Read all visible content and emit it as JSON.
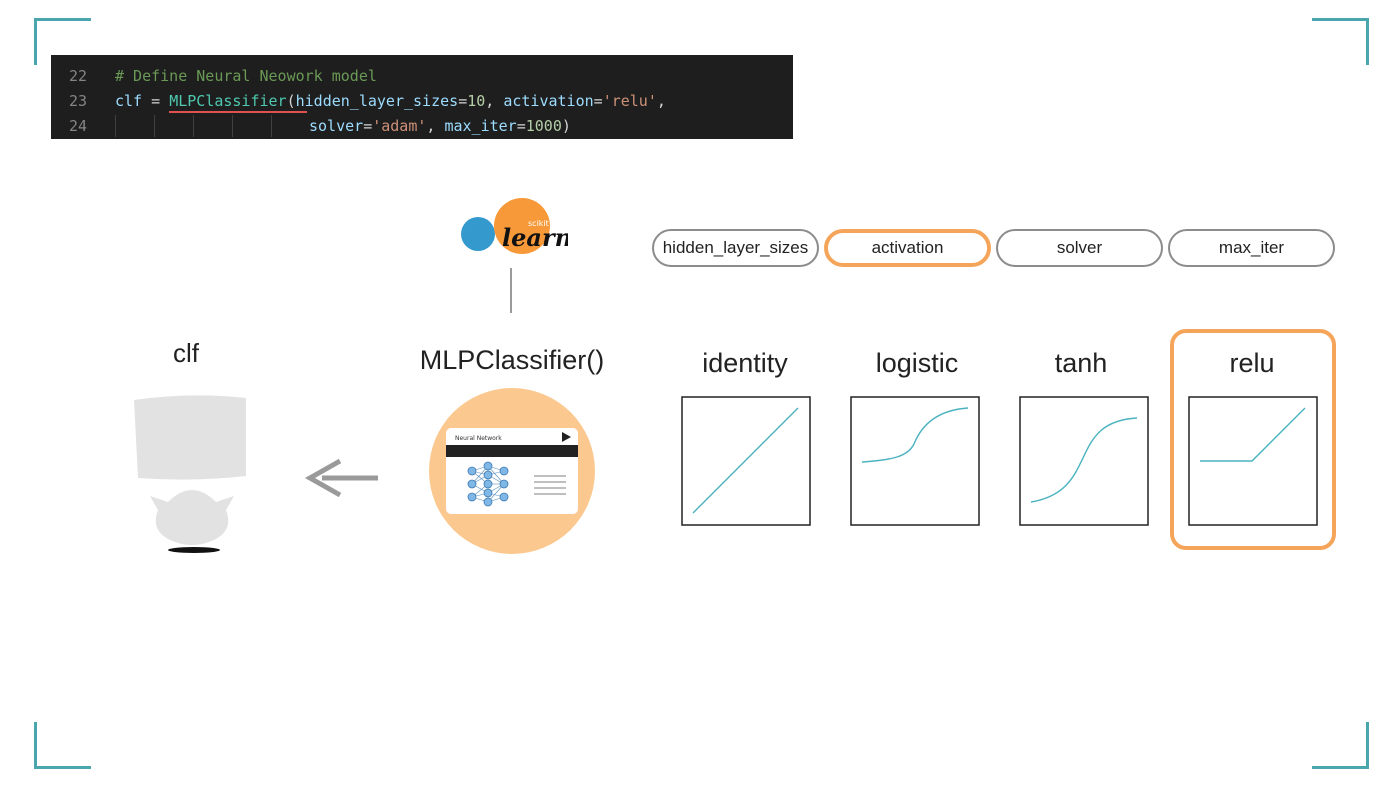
{
  "code": {
    "lines": [
      {
        "number": "22",
        "comment": "# Define Neural Neowork model"
      },
      {
        "number": "23",
        "var": "clf",
        "op_assign": " = ",
        "cls": "MLPClassifier",
        "open": "(",
        "arg1_name": "hidden_layer_sizes",
        "eq1": "=",
        "arg1_value": "10",
        "sep1": ", ",
        "arg2_name": "activation",
        "eq2": "=",
        "arg2_value": "'relu'",
        "sep2": ","
      },
      {
        "number": "24",
        "arg3_name": "solver",
        "eq3": "=",
        "arg3_value": "'adam'",
        "sep3": ", ",
        "arg4_name": "max_iter",
        "eq4": "=",
        "arg4_value": "1000",
        "close": ")"
      }
    ]
  },
  "logo": {
    "small_text": "scikit",
    "big_text": "learn"
  },
  "params": [
    {
      "label": "hidden_layer_sizes",
      "active": false
    },
    {
      "label": "activation",
      "active": true
    },
    {
      "label": "solver",
      "active": false
    },
    {
      "label": "max_iter",
      "active": false
    }
  ],
  "model": {
    "label": "MLPClassifier()",
    "card_title": "Neural Network"
  },
  "result": {
    "label": "clf"
  },
  "activations": [
    {
      "label": "identity",
      "selected": false
    },
    {
      "label": "logistic",
      "selected": false
    },
    {
      "label": "tanh",
      "selected": false
    },
    {
      "label": "relu",
      "selected": true
    }
  ],
  "colors": {
    "accent_orange": "#f5a55a",
    "frame_teal": "#4aa6ad",
    "curve": "#4ab3bf",
    "model_circle": "#fbc88f",
    "neuron": "#7fb8e6"
  },
  "icons": [
    "scikit-learn-logo",
    "robot-icon",
    "arrow-left-icon",
    "neural-network-icon",
    "play-icon"
  ]
}
